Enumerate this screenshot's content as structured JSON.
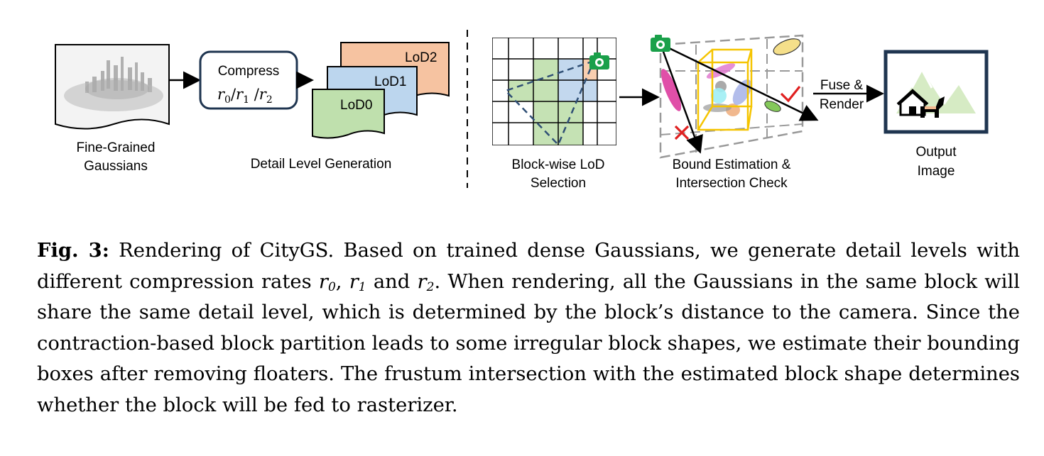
{
  "figure": {
    "fine_grained_label": [
      "Fine-Grained",
      "Gaussians"
    ],
    "compress_label": "Compress",
    "compress_rates": {
      "r": "r",
      "s0": "0",
      "s1": "1",
      "s2": "2"
    },
    "lod_labels": [
      "LoD2",
      "LoD1",
      "LoD0"
    ],
    "detail_level_label": "Detail Level Generation",
    "block_lod_label": [
      "Block-wise LoD",
      "Selection"
    ],
    "bound_label": [
      "Bound Estimation &",
      "Intersection Check"
    ],
    "fuse_label": [
      "Fuse &",
      "Render"
    ],
    "output_label": [
      "Output",
      "Image"
    ],
    "colors": {
      "lod2": "#f6c3a1",
      "lod1": "#bcd6ee",
      "lod0": "#bfe0ad",
      "grid_green": "#c5e2b4",
      "grid_blue": "#c3d8ee",
      "grid_orange": "#f8ceb0",
      "camera": "#1aa04a",
      "frustum": "#2f4f75",
      "bbox": "#f5c400",
      "output_frame": "#1f3550",
      "check": "#e02020",
      "cross": "#e02020"
    }
  },
  "caption": {
    "label": "Fig. 3:",
    "text_1": "Rendering of CityGS. Based on trained dense Gaussians, we generate detail levels with different compression rates",
    "r": "r",
    "sub0": "0",
    "sub1": "1",
    "sub2": "2",
    "comma": ",",
    "and": "and",
    "text_2": ". When rendering, all the Gaus­sians in the same block will share the same detail level, which is determined by the block’s distance to the camera. Since the contraction-based block partition leads to some irregular block shapes, we estimate their bounding boxes after removing floaters. The frustum intersection with the estimated block shape determines whether the block will be fed to rasterizer."
  }
}
